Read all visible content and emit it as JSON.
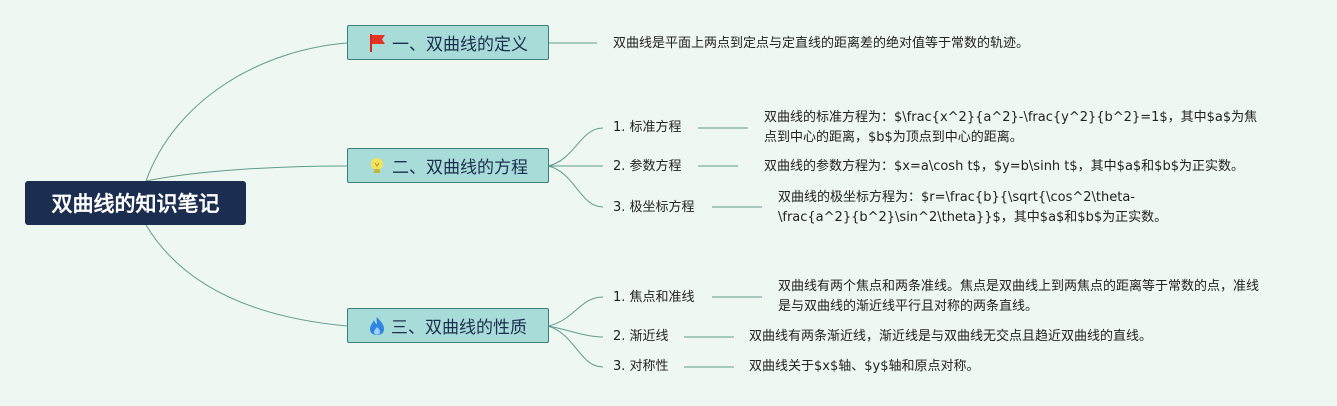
{
  "root": {
    "label": "双曲线的知识笔记"
  },
  "branches": [
    {
      "label": "一、双曲线的定义",
      "icon": "red-flag-icon",
      "note": "双曲线是平面上两点到定点与定直线的距离差的绝对值等于常数的轨迹。"
    },
    {
      "label": "二、双曲线的方程",
      "icon": "lightbulb-icon",
      "children": [
        {
          "label": "1. 标准方程",
          "note": "双曲线的标准方程为：$\\frac{x^2}{a^2}-\\frac{y^2}{b^2}=1$，其中$a$为焦点到中心的距离，$b$为顶点到中心的距离。"
        },
        {
          "label": "2. 参数方程",
          "note": "双曲线的参数方程为：$x=a\\cosh t$，$y=b\\sinh t$，其中$a$和$b$为正实数。"
        },
        {
          "label": "3. 极坐标方程",
          "note": "双曲线的极坐标方程为：$r=\\frac{b}{\\sqrt{\\cos^2\\theta-\\frac{a^2}{b^2}\\sin^2\\theta}}$，其中$a$和$b$为正实数。"
        }
      ]
    },
    {
      "label": "三、双曲线的性质",
      "icon": "flame-icon",
      "children": [
        {
          "label": "1. 焦点和准线",
          "note": "双曲线有两个焦点和两条准线。焦点是双曲线上到两焦点的距离等于常数的点，准线是与双曲线的渐近线平行且对称的两条直线。"
        },
        {
          "label": "2. 渐近线",
          "note": "双曲线有两条渐近线，渐近线是与双曲线无交点且趋近双曲线的直线。"
        },
        {
          "label": "3. 对称性",
          "note": "双曲线关于$x$轴、$y$轴和原点对称。"
        }
      ]
    }
  ]
}
